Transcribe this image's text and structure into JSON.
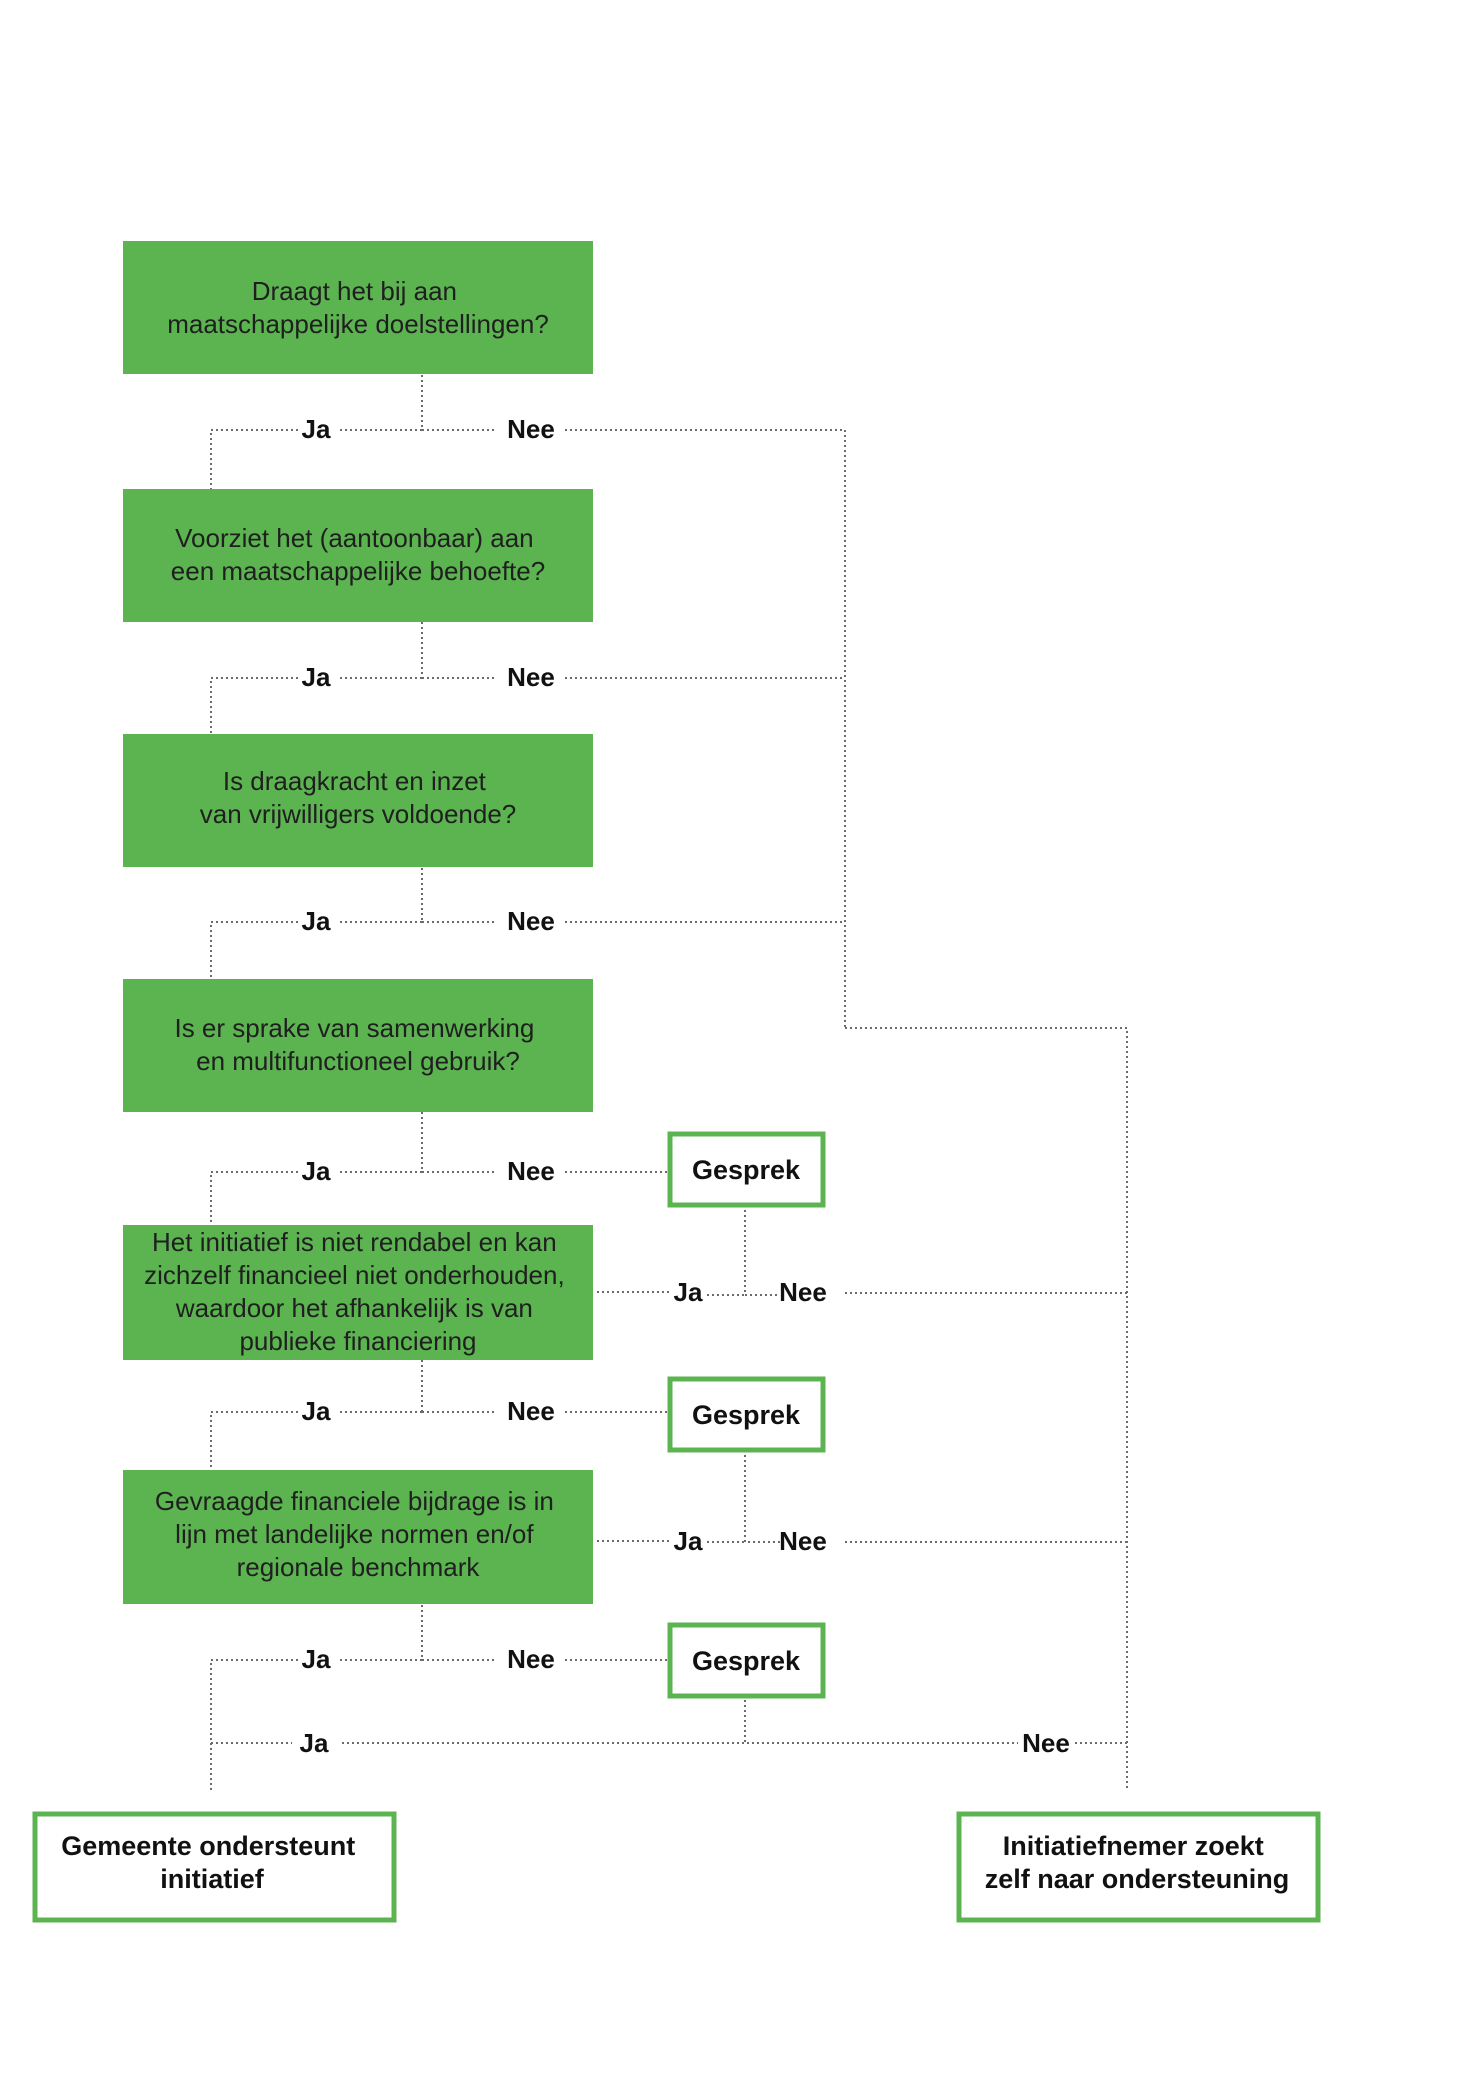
{
  "questions": [
    {
      "lines": [
        "Draagt het bij aan",
        "maatschappelijke doelstellingen?"
      ]
    },
    {
      "lines": [
        "Voorziet het (aantoonbaar) aan",
        "een maatschappelijke behoefte?"
      ]
    },
    {
      "lines": [
        "Is draagkracht en inzet",
        "van vrijwilligers voldoende?"
      ]
    },
    {
      "lines": [
        "Is er sprake van samenwerking",
        "en multifunctioneel gebruik?"
      ]
    },
    {
      "lines": [
        "Het initiatief is niet rendabel en kan",
        "zichzelf financieel niet onderhouden,",
        "waardoor het afhankelijk is van",
        "publieke financiering"
      ]
    },
    {
      "lines": [
        "Gevraagde financiele bijdrage is in",
        "lijn met landelijke normen en/of",
        "regionale benchmark"
      ]
    }
  ],
  "labels": {
    "yes": "Ja",
    "no": "Nee"
  },
  "gesprek": "Gesprek",
  "outcomes": {
    "support": {
      "lines": [
        "Gemeente ondersteunt",
        "initiatief"
      ]
    },
    "self": {
      "lines": [
        "Initiatiefnemer zoekt",
        "zelf naar ondersteuning"
      ]
    }
  },
  "colors": {
    "green": "#5bb450",
    "line": "#6b6b6b",
    "text": "#111111"
  }
}
